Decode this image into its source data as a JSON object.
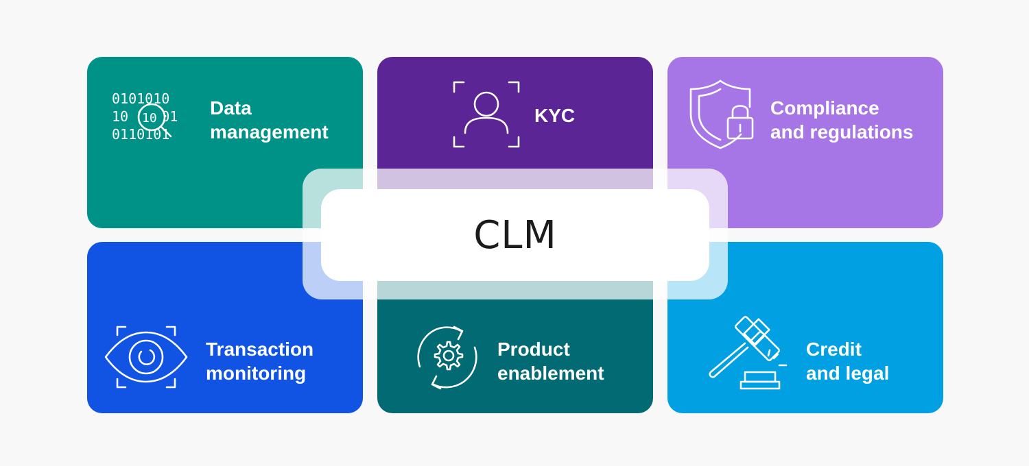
{
  "center": {
    "title": "CLM"
  },
  "cards": [
    {
      "key": "data",
      "lines": [
        "Data",
        "management"
      ],
      "color": "#009187",
      "icon": "binary-search-icon"
    },
    {
      "key": "kyc",
      "lines": [
        "KYC"
      ],
      "color": "#5b2595",
      "icon": "user-scan-icon"
    },
    {
      "key": "compliance",
      "lines": [
        "Compliance",
        "and regulations"
      ],
      "color": "#a776e6",
      "icon": "shield-lock-icon"
    },
    {
      "key": "transaction",
      "lines": [
        "Transaction",
        "monitoring"
      ],
      "color": "#1153e2",
      "icon": "eye-scan-icon"
    },
    {
      "key": "product",
      "lines": [
        "Product",
        "enablement"
      ],
      "color": "#016a72",
      "icon": "gear-refresh-icon"
    },
    {
      "key": "credit",
      "lines": [
        "Credit",
        "and legal"
      ],
      "color": "#00a0e2",
      "icon": "gavel-icon"
    }
  ],
  "icon_text": {
    "bits_row1": "0101010",
    "bits_row2": "10 10 01",
    "bits_row3": "0110101"
  }
}
